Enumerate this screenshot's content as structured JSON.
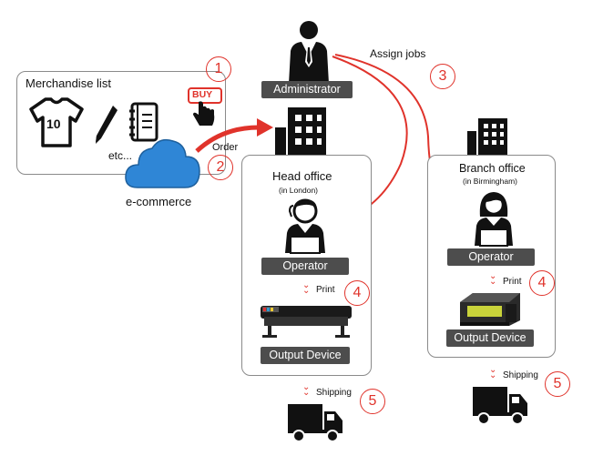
{
  "merch": {
    "title": "Merchandise list",
    "tshirt_number": "10",
    "etc": "etc..."
  },
  "ecommerce": {
    "label": "e-commerce",
    "order": "Order"
  },
  "buy": {
    "label": "BUY"
  },
  "admin": {
    "label": "Administrator",
    "assign": "Assign jobs"
  },
  "head": {
    "title": "Head office",
    "sub": "(in London)",
    "operator": "Operator",
    "print": "Print",
    "device": "Output Device",
    "shipping": "Shipping"
  },
  "branch": {
    "title": "Branch office",
    "sub": "(in Birmingham)",
    "operator": "Operator",
    "print": "Print",
    "device": "Output Device",
    "shipping": "Shipping"
  },
  "steps": {
    "s1": "1",
    "s2": "2",
    "s3": "3",
    "s4a": "4",
    "s4b": "4",
    "s5a": "5",
    "s5b": "5"
  },
  "colors": {
    "accent": "#e0332b",
    "dark": "#111111",
    "bar": "#4d4d4d",
    "cloud": "#2f86d6"
  },
  "icons": [
    "tshirt-icon",
    "pen-icon",
    "notebook-icon",
    "cloud-icon",
    "buy-hand-icon",
    "administrator-icon",
    "building-icon",
    "operator-icon",
    "printer-icon",
    "truck-icon",
    "chevron-down-icon"
  ]
}
